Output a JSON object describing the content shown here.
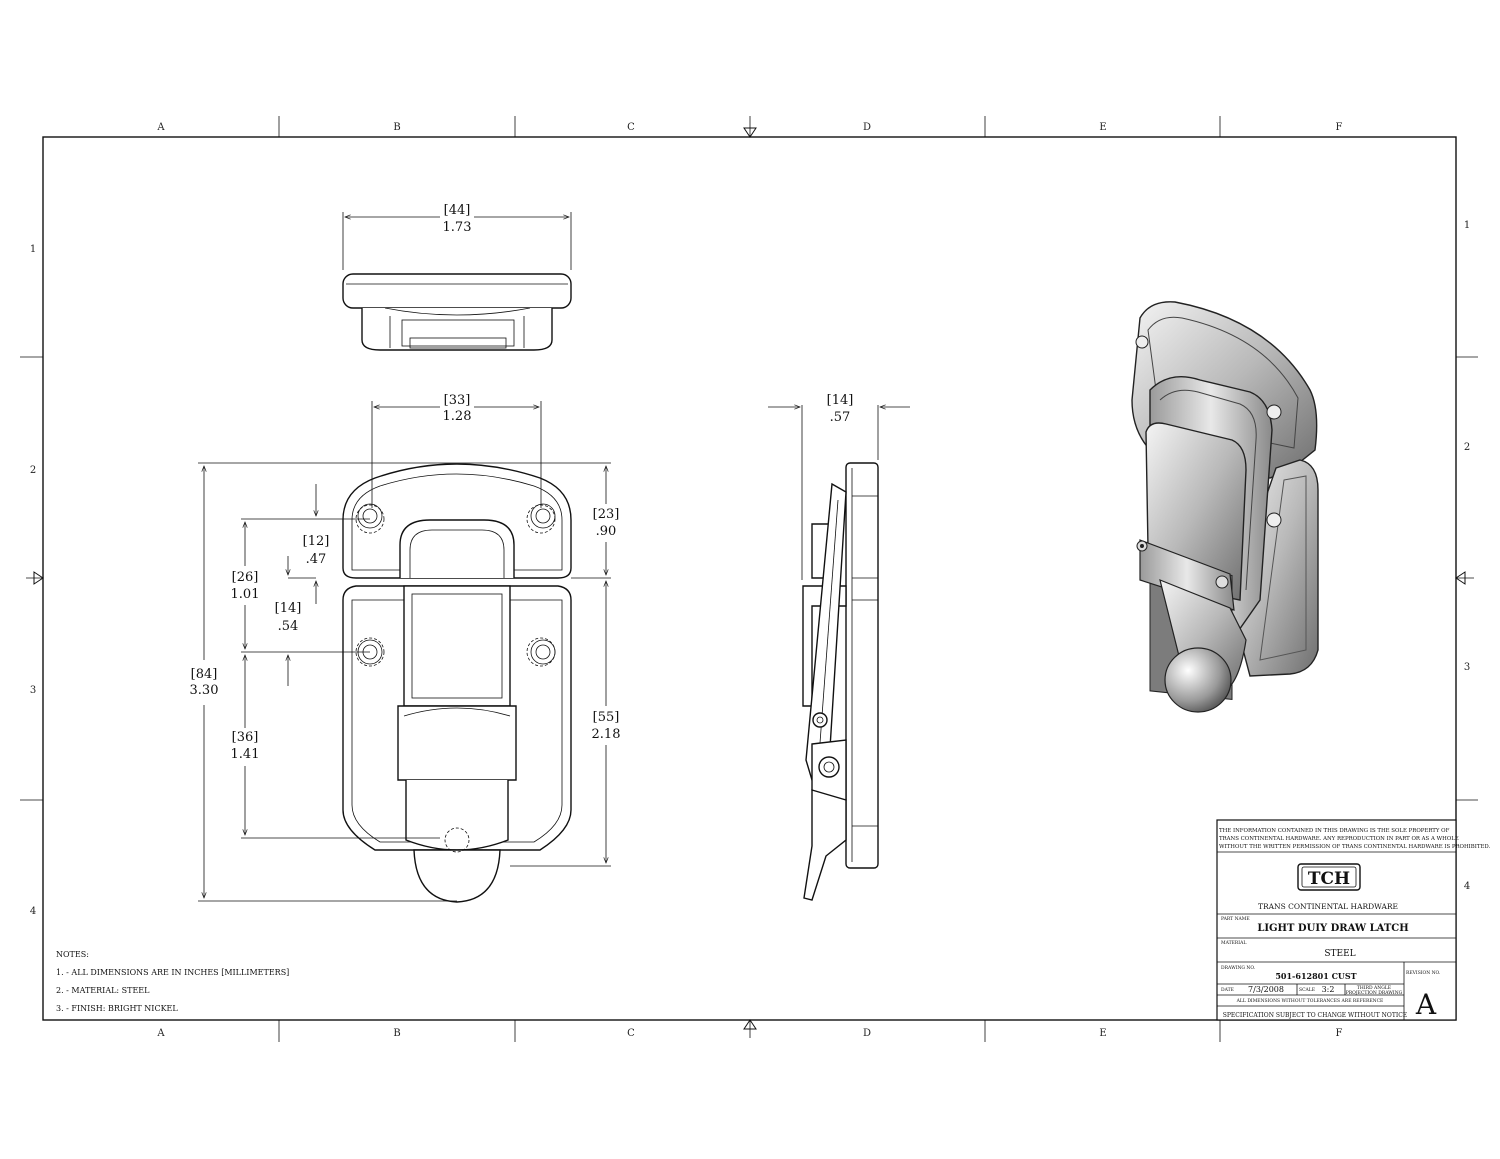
{
  "zones": {
    "columns": [
      "A",
      "B",
      "C",
      "D",
      "E",
      "F"
    ],
    "rows": [
      "1",
      "2",
      "3",
      "4"
    ]
  },
  "dimensions": {
    "top_width": {
      "mm": "[44]",
      "in": "1.73"
    },
    "hole_spacing": {
      "mm": "[33]",
      "in": "1.28"
    },
    "thickness": {
      "mm": "[14]",
      "in": ".57"
    },
    "overall_height": {
      "mm": "[84]",
      "in": "3.30"
    },
    "upper_hole": {
      "mm": "[26]",
      "in": "1.01"
    },
    "top_offset": {
      "mm": "[12]",
      "in": ".47"
    },
    "mid_offset": {
      "mm": "[14]",
      "in": ".54"
    },
    "lower_span": {
      "mm": "[36]",
      "in": "1.41"
    },
    "upper_plate": {
      "mm": "[23]",
      "in": ".90"
    },
    "lower_plate": {
      "mm": "[55]",
      "in": "2.18"
    }
  },
  "notes": {
    "heading": "NOTES:",
    "items": [
      "1. - ALL DIMENSIONS ARE IN INCHES [MILLIMETERS]",
      "2. - MATERIAL: STEEL",
      "3. - FINISH: BRIGHT NICKEL"
    ]
  },
  "title_block": {
    "proprietary": [
      "THE INFORMATION CONTAINED IN THIS DRAWING IS THE SOLE PROPERTY OF",
      "TRANS CONTINENTAL HARDWARE. ANY REPRODUCTION IN PART OR AS A WHOLE",
      "WITHOUT THE WRITTEN PERMISSION OF TRANS CONTINENTAL HARDWARE IS PROHIBITED."
    ],
    "logo": "TCH",
    "company": "TRANS CONTINENTAL HARDWARE",
    "part_name_label": "PART NAME",
    "part_name": "LIGHT DUIY DRAW LATCH",
    "material_label": "MATERIAL",
    "material": "STEEL",
    "drawing_no_label": "DRAWING NO.",
    "drawing_no": "501-612801 CUST",
    "revision_label": "REVISION NO.",
    "revision": "A",
    "date_label": "DATE",
    "date": "7/3/2008",
    "scale_label": "SCALE",
    "scale": "3:2",
    "projection": [
      "THIRD ANGLE",
      "PROJECTION DRAWING"
    ],
    "tolerance_note": "ALL DIMENSIONS WITHOUT TOLERANCES ARE REFERENCE",
    "spec_note": "SPECIFICATION SUBJECT TO CHANGE WITHOUT NOTICE"
  }
}
